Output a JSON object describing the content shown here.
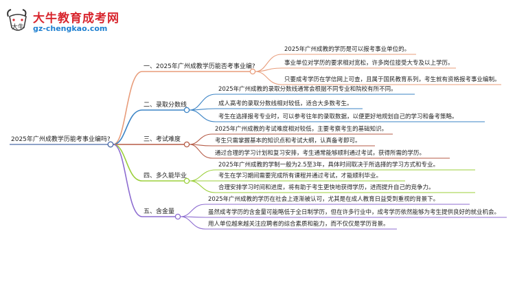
{
  "logo": {
    "title": "大牛教育成考网",
    "url": "gz-chengkao.com",
    "emblem_text": "大牛"
  },
  "mindmap": {
    "root": "2025年广州成教学历能考事业编吗?",
    "branches": [
      {
        "label": "一、2025年广州成教学历能否考事业编?",
        "color": "#e89c7a",
        "leaves": [
          "2025年广州成教的学历是可以报考事业单位的。",
          "事业单位对学历的要求相对宽松，许多岗位接受大专及以上学历。",
          "只要成考学历在学信网上可查，且属于国民教育系列，考生就有资格报考事业编制。"
        ]
      },
      {
        "label": "二、录取分数线",
        "color": "#3a83c5",
        "leaves": [
          "2025年广州成教的录取分数线通常会根据不同专业和院校有所不同。",
          "成人高考的录取分数线相对较低，适合大多数考生。",
          "考生在选择报考专业时，可以参考往年的录取数据，以便更好地规划自己的学习和备考策略。"
        ]
      },
      {
        "label": "三、考试难度",
        "color": "#b55a45",
        "leaves": [
          "2025年广州成教的考试难度相对较低，主要考察考生的基础知识。",
          "考生只需掌握基本的知识点和考试大纲，认真备考即可。",
          "通过合理的学习计划和复习安排，考生通常能够顺利通过考试，获得所需的学历。"
        ]
      },
      {
        "label": "四、多久能毕业",
        "color": "#9bcf3a",
        "leaves": [
          "2025年广州成教的学制一般为2.5至3年，具体时间取决于所选择的学习方式和专业。",
          "考生在学习期间需要完成所有课程并通过考试，才能顺利毕业。",
          "合理安排学习时间和进度，将有助于考生更快地获得学历，进而提升自己的竞争力。"
        ]
      },
      {
        "label": "五、含金量",
        "color": "#8c6bd0",
        "leaves": [
          "2025年广州成教的学历在社会上逐渐被认可，尤其是在成人教育日益受到重视的背景下。",
          "虽然成考学历的含金量可能略低于全日制学历，但在许多行业中，成考学历依然能够为考生提供良好的就业机会。",
          "用人单位越来越关注应聘者的综合素质和能力，而不仅仅是学历背景。"
        ]
      }
    ]
  },
  "colors": {
    "root_underline": "#4a6aa8",
    "node_fill": "#ffffff",
    "logo_red": "#d8262e",
    "logo_blue": "#1d7fd0"
  }
}
